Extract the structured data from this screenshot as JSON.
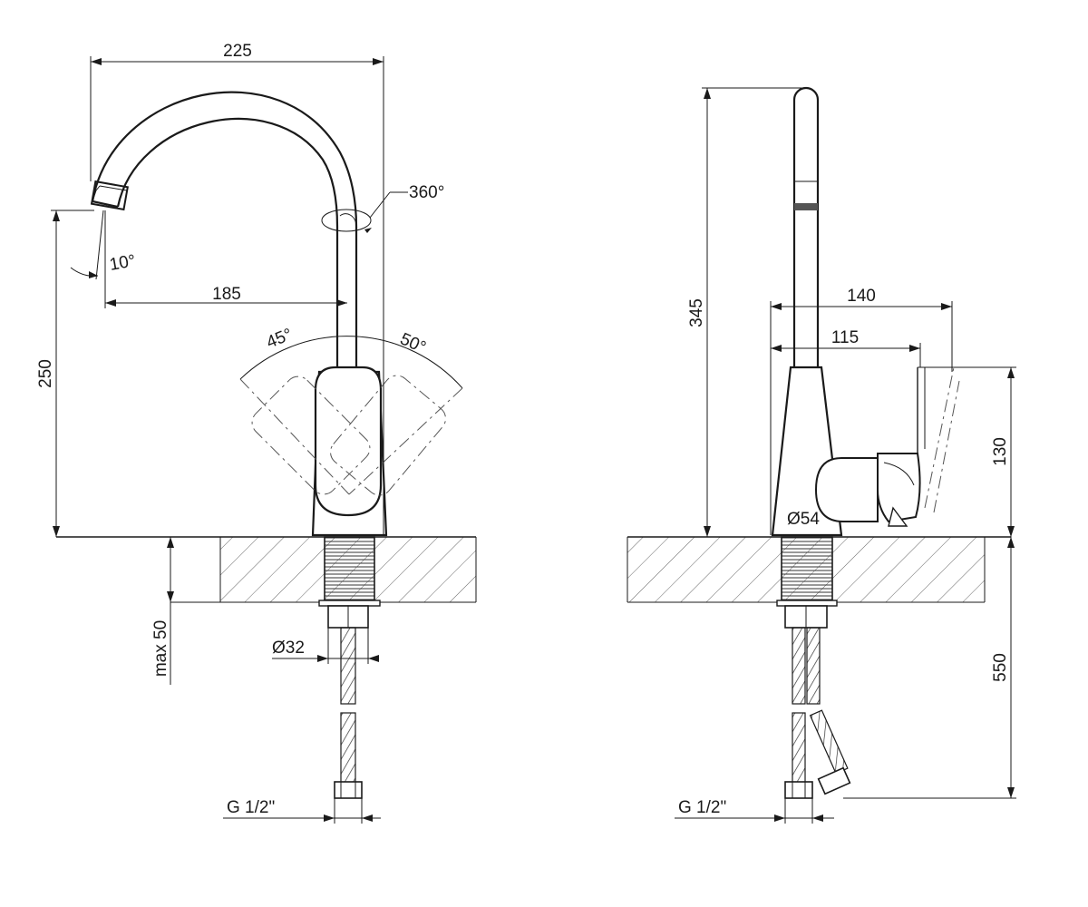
{
  "front": {
    "width_total": "225",
    "spout_reach": "185",
    "height": "250",
    "rotation": "360°",
    "tilt": "10°",
    "angle_left": "45°",
    "angle_right": "50°",
    "max_thickness": "max 50",
    "shank_diameter": "Ø32",
    "thread": "G 1/2\""
  },
  "side": {
    "height_total": "345",
    "depth_handle": "140",
    "depth_body": "115",
    "handle_height": "130",
    "base_diameter": "Ø54",
    "hose_length": "550",
    "thread": "G 1/2\""
  }
}
